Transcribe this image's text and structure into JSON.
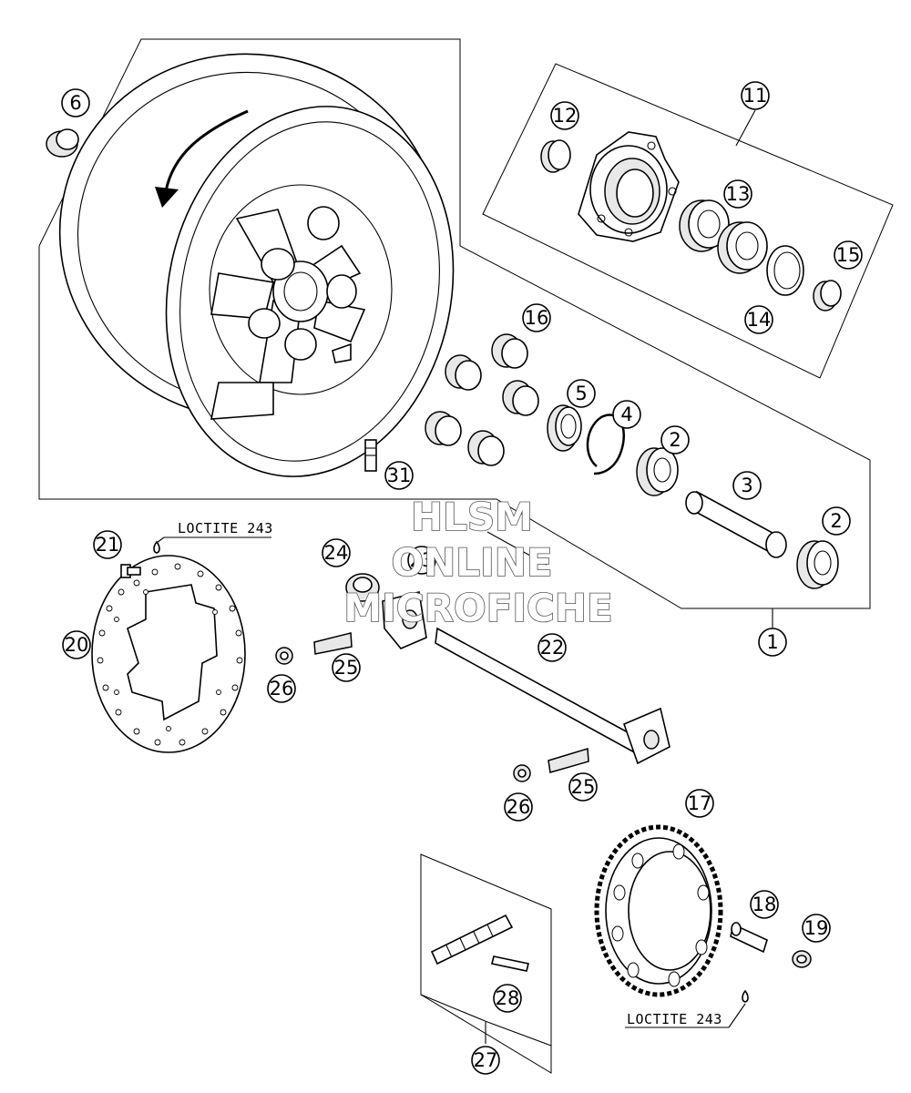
{
  "watermark": {
    "line1": "HLSM",
    "line2": "ONLINE",
    "line3": "MICROFICHE"
  },
  "loctite_labels": {
    "top": "LOCTITE 243",
    "bottom": "LOCTITE 243"
  },
  "callouts": {
    "p1": "1",
    "p2a": "2",
    "p2b": "2",
    "p3": "3",
    "p4": "4",
    "p5": "5",
    "p6": "6",
    "p11": "11",
    "p12": "12",
    "p13": "13",
    "p14": "14",
    "p15": "15",
    "p16": "16",
    "p17": "17",
    "p18": "18",
    "p19": "19",
    "p20": "20",
    "p21": "21",
    "p22": "22",
    "p23": "23",
    "p24": "24",
    "p25a": "25",
    "p25b": "25",
    "p26a": "26",
    "p26b": "26",
    "p27": "27",
    "p28": "28",
    "p31": "31"
  }
}
